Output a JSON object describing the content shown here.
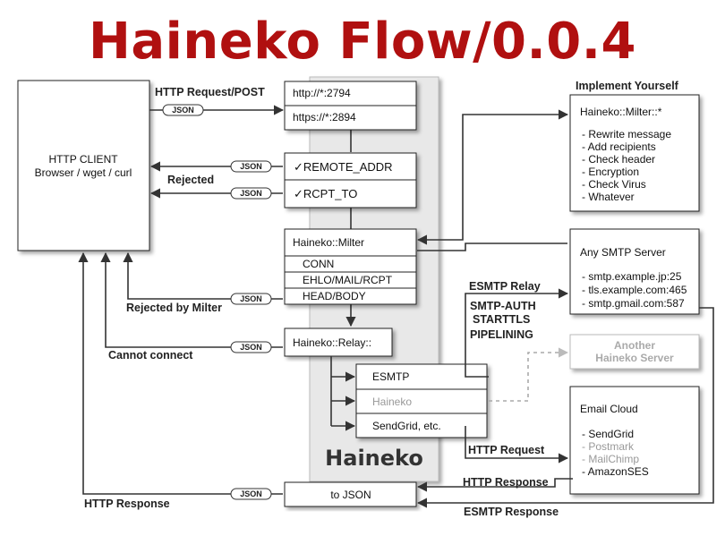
{
  "title": "Haineko Flow/0.0.4",
  "client": {
    "title": "HTTP CLIENT",
    "subtitle": "Browser / wget / curl"
  },
  "pill_label": "JSON",
  "edge_labels": {
    "request": "HTTP Request/POST",
    "rejected": "Rejected",
    "rejected_milter": "Rejected by Milter",
    "cannot_connect": "Cannot connect",
    "http_response_left": "HTTP Response",
    "esmtp_relay": "ESMTP Relay",
    "smtp_features": [
      "SMTP-AUTH",
      "STARTTLS",
      "PIPELINING"
    ],
    "http_request": "HTTP Request",
    "http_response_right": "HTTP Response",
    "esmtp_response": "ESMTP Response"
  },
  "listeners": [
    "http://*:2794",
    "https://*:2894"
  ],
  "checks": [
    "✓REMOTE_ADDR",
    "✓RCPT_TO"
  ],
  "milter": {
    "title": "Haineko::Milter",
    "phases": [
      "CONN",
      "EHLO/MAIL/RCPT",
      "HEAD/BODY"
    ]
  },
  "relay": {
    "title": "Haineko::Relay::",
    "options": [
      "ESMTP",
      "Haineko",
      "SendGrid, etc."
    ]
  },
  "to_json": "to JSON",
  "brand": "Haineko",
  "implement": {
    "heading": "Implement Yourself",
    "title": "Haineko::Milter::*",
    "items": [
      "- Rewrite message",
      "- Add recipients",
      "- Check header",
      "- Encryption",
      "- Check Virus",
      "- Whatever"
    ]
  },
  "smtp_server": {
    "title": "Any SMTP Server",
    "items": [
      "- smtp.example.jp:25",
      "- tls.example.com:465",
      "- smtp.gmail.com:587"
    ]
  },
  "another": {
    "lines": [
      "Another",
      "Haineko Server"
    ]
  },
  "cloud": {
    "title": "Email Cloud",
    "items": [
      {
        "text": "- SendGrid",
        "muted": false
      },
      {
        "text": "- Postmark",
        "muted": true
      },
      {
        "text": "- MailChimp",
        "muted": true
      },
      {
        "text": "- AmazonSES",
        "muted": false
      }
    ]
  },
  "colors": {
    "title": "#b01010",
    "panel": "#e8e8e8",
    "muted": "#999999"
  }
}
